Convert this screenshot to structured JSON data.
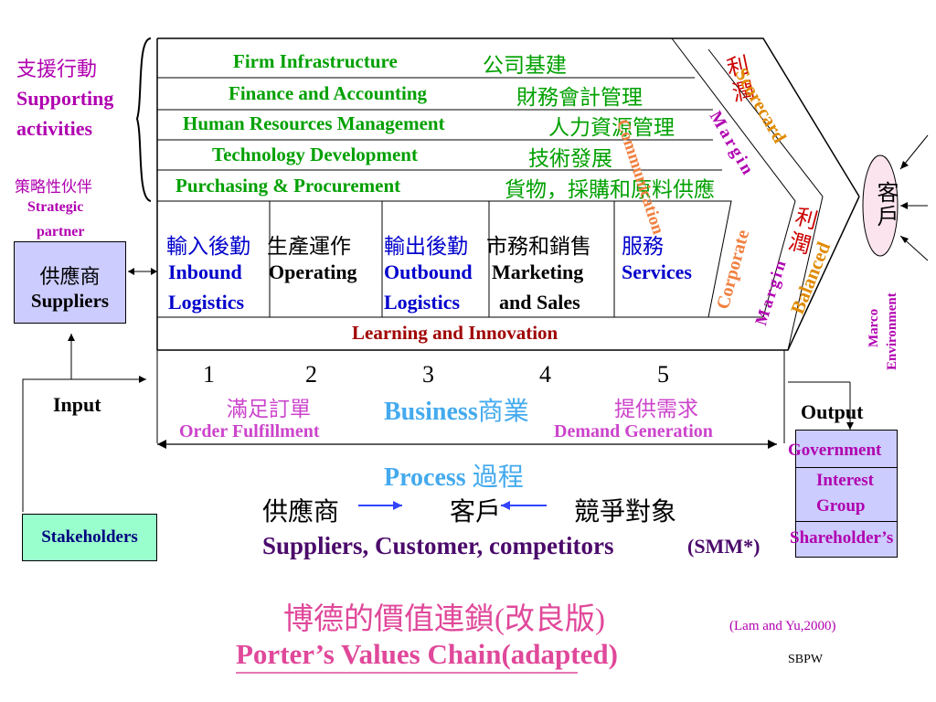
{
  "supporting": {
    "zh": "支援行動",
    "en1": "Supporting",
    "en2": "activities"
  },
  "strategic": {
    "zh": "策略性伙伴",
    "en1": "Strategic",
    "en2": "partner"
  },
  "suppliers_box": {
    "zh": "供應商",
    "en": "Suppliers"
  },
  "support_rows": [
    {
      "en": "Firm Infrastructure",
      "zh": "公司基建"
    },
    {
      "en": "Finance and Accounting",
      "zh": "財務會計管理"
    },
    {
      "en": "Human Resources Management",
      "zh": "人力資源管理"
    },
    {
      "en": "Technology Development",
      "zh": "技術發展"
    },
    {
      "en": "Purchasing & Procurement",
      "zh": "貨物，採購和原料供應"
    }
  ],
  "primary": [
    {
      "zh": "輸入後勤",
      "en1": "Inbound",
      "en2": "Logistics"
    },
    {
      "zh": "生產運作",
      "en1": "Operating",
      "en2": ""
    },
    {
      "zh": "輸出後勤",
      "en1": "Outbound",
      "en2": "Logistics"
    },
    {
      "zh": "市務和銷售",
      "en1": "Marketing",
      "en2": "and Sales"
    },
    {
      "zh": "服務",
      "en1": "Services",
      "en2": ""
    }
  ],
  "learning": "Learning and Innovation",
  "margin_labels": {
    "communication": "Communication",
    "profit_top": "利潤",
    "margin_top": "Margin",
    "scorecard": "Scorecard",
    "corporate": "Corporate",
    "profit_bottom": "利潤",
    "margin_bottom": "Margin",
    "balanced": "Balanced"
  },
  "customer": "客戶",
  "marco": {
    "l1": "Marco",
    "l2": "Environment"
  },
  "numbers": [
    "1",
    "2",
    "3",
    "4",
    "5"
  ],
  "input": "Input",
  "output": "Output",
  "order": {
    "zh": "滿足訂單",
    "en": "Order Fulfillment"
  },
  "business": {
    "en": "Business",
    "zh": "商業"
  },
  "demand": {
    "zh": "提供需求",
    "en": "Demand Generation"
  },
  "process": {
    "en": "Process",
    "zh": "過程"
  },
  "smm": {
    "zh1": "供應商",
    "zh2": "客戶",
    "zh3": "競爭對象",
    "en": "Suppliers, Customer, competitors",
    "tag": "(SMM*)"
  },
  "right_boxes": [
    "Government",
    "Interest",
    "Group",
    "Shareholder’s"
  ],
  "stakeholders": "Stakeholders",
  "title": {
    "zh": "博德的價值連鎖(改良版)",
    "en1": "Porter’s Values Chain",
    "en2": "(adapted)"
  },
  "citation": "(Lam and Yu,2000)",
  "sbpw": "SBPW",
  "colors": {
    "green": "#00a000",
    "blue": "#0000cc",
    "purple": "#7a0a8a",
    "pink": "#e0489a",
    "darkred": "#a00000",
    "orange": "#f08040",
    "gold": "#e08a00",
    "lilac": "#ccccff",
    "mint": "#99ffcc"
  }
}
